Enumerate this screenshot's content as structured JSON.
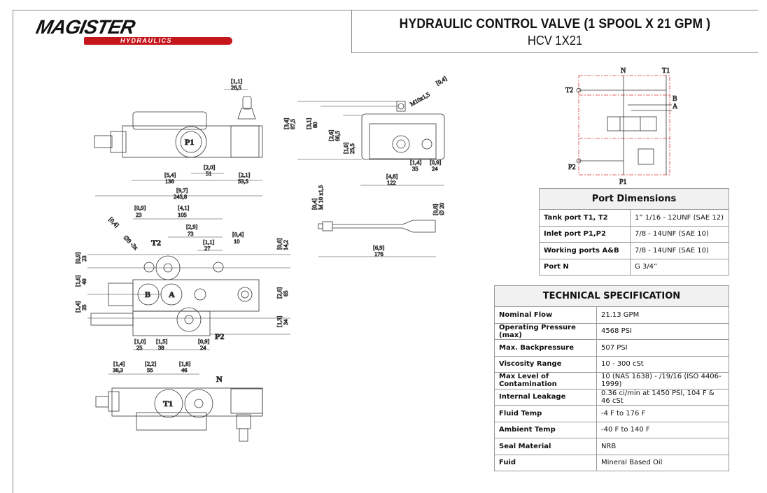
{
  "logo": {
    "name": "MAGISTER",
    "sub": "HYDRAULICS"
  },
  "header": {
    "title": "HYDRAULIC CONTROL VALVE (1 SPOOL X 21 GPM )",
    "model": "HCV 1X21"
  },
  "port_dimensions": {
    "title": "Port Dimensions",
    "rows": [
      {
        "label": "Tank port T1, T2",
        "value": "1” 1/16 - 12UNF (SAE 12)"
      },
      {
        "label": "Inlet port P1,P2",
        "value": "7/8 - 14UNF (SAE 10)"
      },
      {
        "label": "Working ports A&B",
        "value": "7/8 - 14UNF (SAE 10)"
      },
      {
        "label": "Port N",
        "value": "G 3/4”"
      }
    ]
  },
  "technical_specification": {
    "title": "TECHNICAL SPECIFICATION",
    "rows": [
      {
        "label": "Nominal Flow",
        "value": "21.13 GPM"
      },
      {
        "label": "Operating Pressure (max)",
        "value": "4568 PSI"
      },
      {
        "label": "Max. Backpressure",
        "value": "507 PSI"
      },
      {
        "label": "Viscosity Range",
        "value": "10 - 300 cSt"
      },
      {
        "label": "Max Level of Contamination",
        "value": "10 (NAS 1638) - /19/16 (ISO 4406-1999)"
      },
      {
        "label": "Internal Leakage",
        "value": "0.36 ci/min at 1450 PSI, 104 F & 46 cSt"
      },
      {
        "label": "Fluid Temp",
        "value": "-4 F to 176 F"
      },
      {
        "label": "Ambient Temp",
        "value": "-40 F to 140 F"
      },
      {
        "label": "Seal Material",
        "value": "NRB"
      },
      {
        "label": "Fuid",
        "value": "Mineral Based Oil"
      }
    ]
  },
  "drawing": {
    "ports": {
      "P1": "P1",
      "P2": "P2",
      "T1": "T1",
      "T2": "T2",
      "A": "A",
      "B": "B",
      "N": "N"
    },
    "dims": [
      {
        "in": "[1,1]",
        "mm": "28,5"
      },
      {
        "in": "[2,0]",
        "mm": "51"
      },
      {
        "in": "[5,4]",
        "mm": "138"
      },
      {
        "in": "[2,1]",
        "mm": "53,5"
      },
      {
        "in": "[9,7]",
        "mm": "245,8"
      },
      {
        "in": "[0,4]",
        "mm": "M10x1,5"
      },
      {
        "in": "[3,4]",
        "mm": "87,5"
      },
      {
        "in": "[3,1]",
        "mm": "80"
      },
      {
        "in": "[2,6]",
        "mm": "66,5"
      },
      {
        "in": "[1,0]",
        "mm": "25,5"
      },
      {
        "in": "[1,4]",
        "mm": "35"
      },
      {
        "in": "[0,9]",
        "mm": "24"
      },
      {
        "in": "[4,8]",
        "mm": "122"
      },
      {
        "in": "[0,4]",
        "mm": "M 10 x1,5"
      },
      {
        "in": "[0,8]",
        "mm": "∅ 20"
      },
      {
        "in": "[6,9]",
        "mm": "176"
      },
      {
        "in": "[0,9]",
        "mm": "23"
      },
      {
        "in": "[4,1]",
        "mm": "105"
      },
      {
        "in": "[0,4]",
        "mm": "∅9 -3x"
      },
      {
        "in": "[2,9]",
        "mm": "73"
      },
      {
        "in": "[1,1]",
        "mm": "27"
      },
      {
        "in": "[0,4]",
        "mm": "10"
      },
      {
        "in": "[0,6]",
        "mm": "14,2"
      },
      {
        "in": "[0,9]",
        "mm": "23"
      },
      {
        "in": "[1,6]",
        "mm": "40"
      },
      {
        "in": "[1,4]",
        "mm": "35"
      },
      {
        "in": "[2,6]",
        "mm": "65"
      },
      {
        "in": "[1,3]",
        "mm": "34"
      },
      {
        "in": "[1,0]",
        "mm": "25"
      },
      {
        "in": "[1,5]",
        "mm": "38"
      },
      {
        "in": "[0,9]",
        "mm": "24"
      },
      {
        "in": "[1,4]",
        "mm": "36,3"
      },
      {
        "in": "[2,2]",
        "mm": "55"
      },
      {
        "in": "[1,8]",
        "mm": "46"
      }
    ]
  }
}
